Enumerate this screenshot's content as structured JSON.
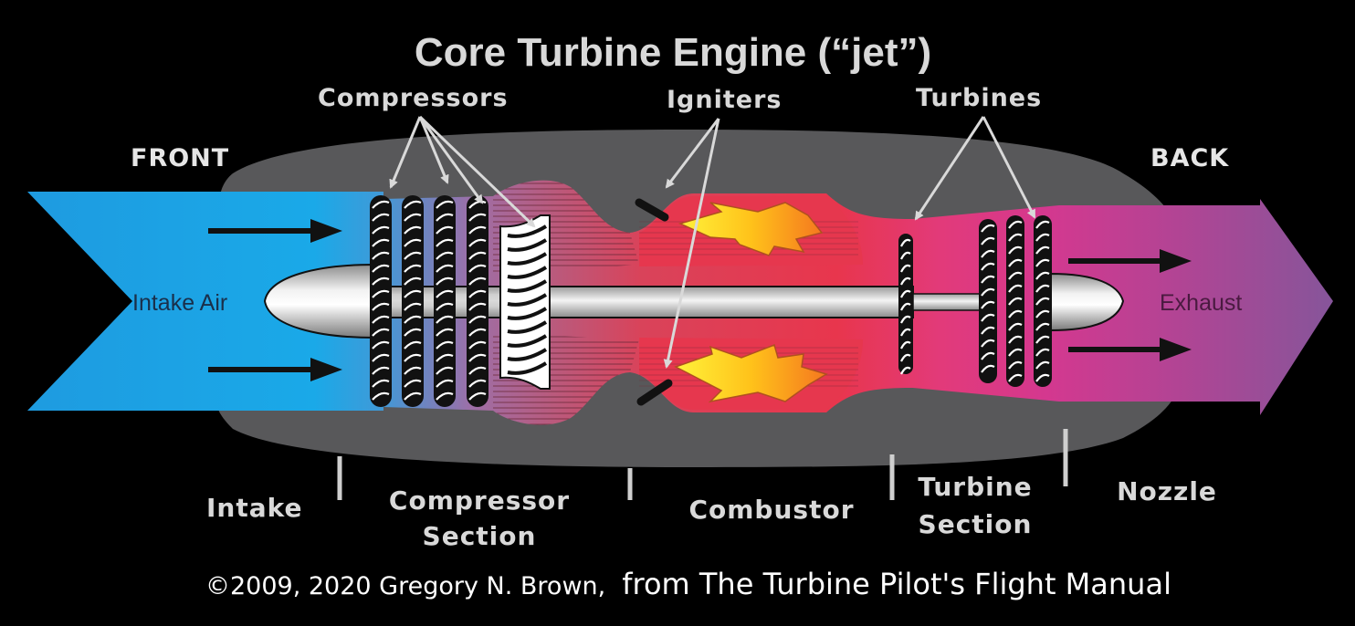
{
  "title": "Core Turbine Engine (“jet”)",
  "callouts": {
    "compressors": "Compressors",
    "igniters": "Igniters",
    "turbines": "Turbines"
  },
  "ends": {
    "front": "FRONT",
    "back": "BACK"
  },
  "flow": {
    "intake": "Intake Air",
    "exhaust": "Exhaust"
  },
  "sections": {
    "intake": "Intake",
    "compressor_line1": "Compressor",
    "compressor_line2": "Section",
    "combustor": "Combustor",
    "turbine_line1": "Turbine",
    "turbine_line2": "Section",
    "nozzle": "Nozzle"
  },
  "credit": {
    "copyright": "©2009, 2020 Gregory N. Brown,",
    "source": "from The Turbine Pilot's Flight Manual"
  },
  "colors": {
    "background": "#000000",
    "casing": "#58585a",
    "intake_air": "#1aa7e6",
    "exhaust": "#8a4a9a",
    "combustion": "#e8384f",
    "flame": "#ffd21f"
  }
}
